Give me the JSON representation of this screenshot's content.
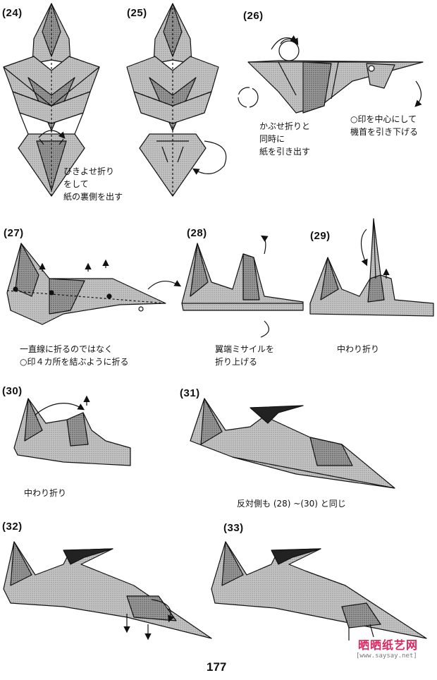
{
  "steps": [
    {
      "number": "(24)",
      "caption": [
        "ひきよせ折り",
        "をして",
        "紙の裏側を出す"
      ]
    },
    {
      "number": "(25)",
      "caption": []
    },
    {
      "number": "(26)",
      "caption": [
        "かぶせ折りと",
        "同時に",
        "紙を引き出す"
      ],
      "caption2": [
        "○印を中心にして",
        "機首を引き下げる"
      ]
    },
    {
      "number": "(27)",
      "caption": [
        "一直線に折るのではなく",
        "○印４カ所を結ぶように折る"
      ]
    },
    {
      "number": "(28)",
      "caption": [
        "翼端ミサイルを",
        "折り上げる"
      ]
    },
    {
      "number": "(29)",
      "caption": [
        "中わり折り"
      ]
    },
    {
      "number": "(30)",
      "caption": [
        "中わり折り"
      ]
    },
    {
      "number": "(31)",
      "caption": [
        "反対側も (28) ~(30) と同じ"
      ]
    },
    {
      "number": "(32)",
      "caption": []
    },
    {
      "number": "(33)",
      "caption": []
    }
  ],
  "page_number": "177",
  "watermark": {
    "brand": "晒晒纸艺网",
    "url": "[www.saysay.net]"
  },
  "colors": {
    "paper_fill": "#b8b8b8",
    "paper_dark": "#8f8f8f",
    "ink": "#111111",
    "watermark": "#e0245e"
  }
}
